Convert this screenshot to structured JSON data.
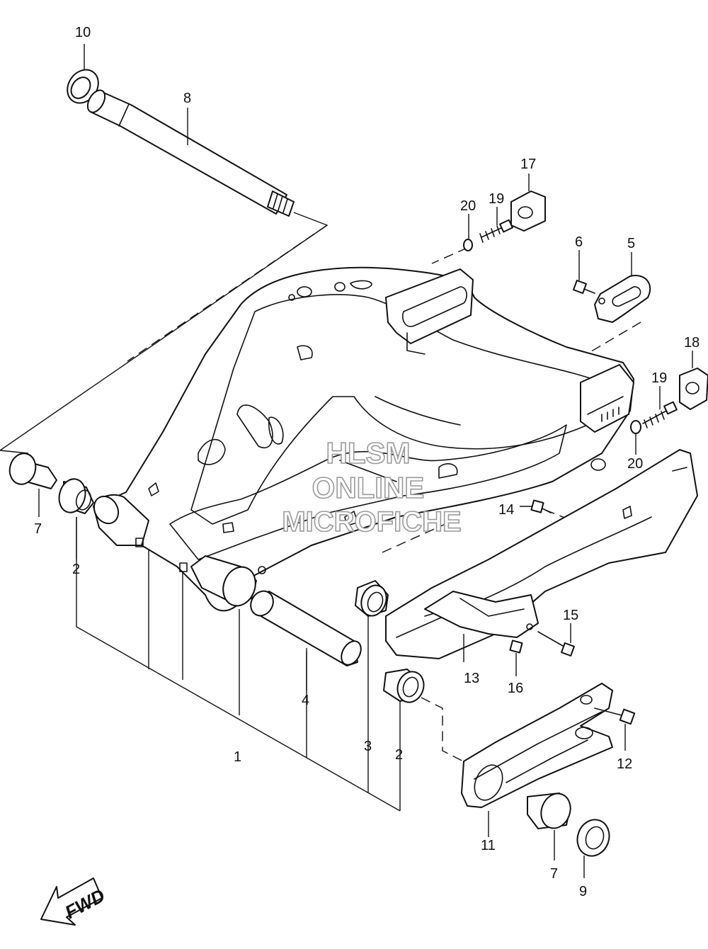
{
  "watermark": {
    "line1": "HLSM",
    "line2": "ONLINE",
    "line3": "MICROFICHE",
    "color": "#9a9a9a"
  },
  "direction_indicator": "FWD",
  "callouts": [
    "10",
    "8",
    "17",
    "20",
    "19",
    "6",
    "5",
    "18",
    "19",
    "20",
    "7",
    "2",
    "14",
    "15",
    "4",
    "1",
    "3",
    "2",
    "13",
    "16",
    "12",
    "11",
    "7",
    "9"
  ],
  "colors": {
    "line": "#111111",
    "background": "#ffffff"
  }
}
